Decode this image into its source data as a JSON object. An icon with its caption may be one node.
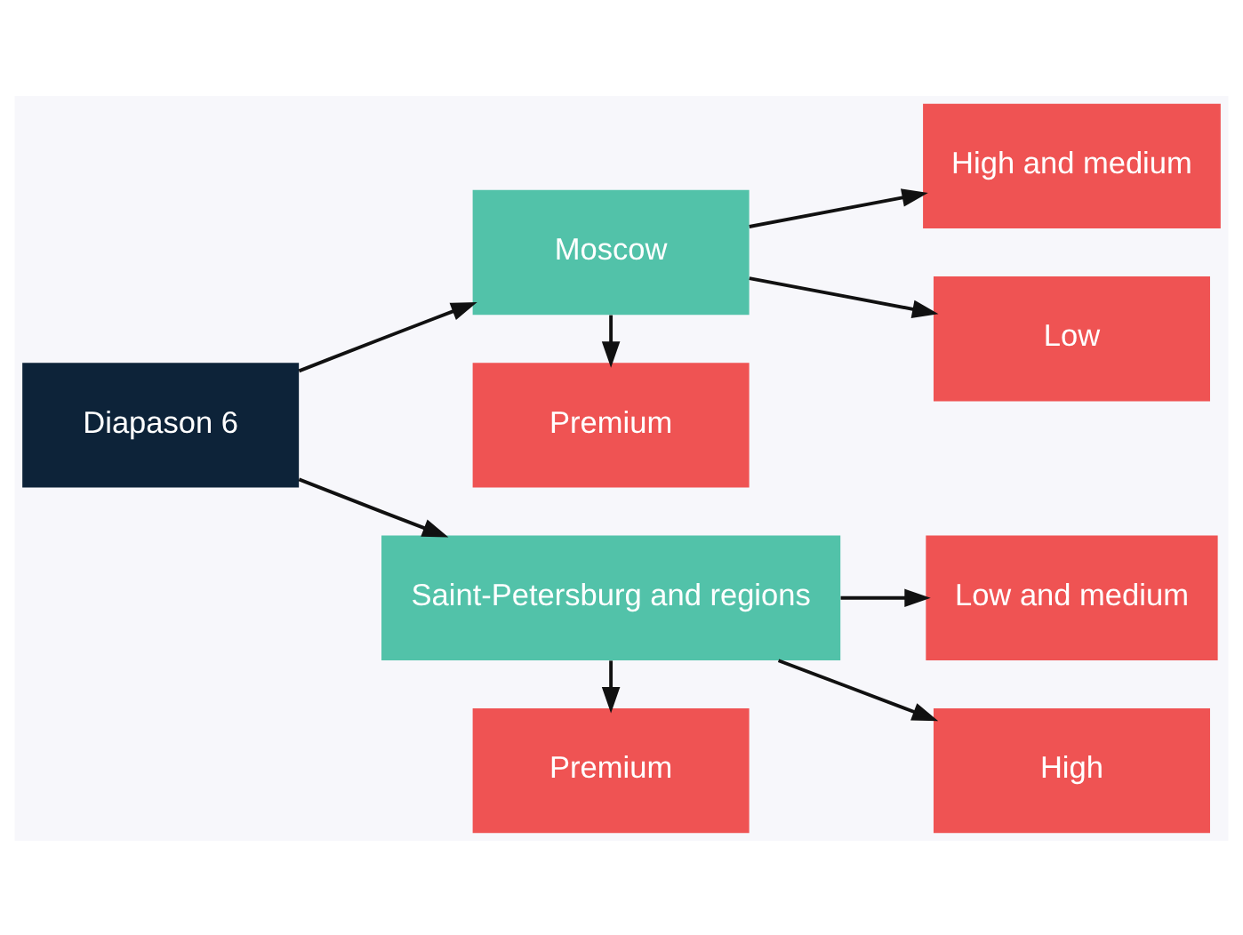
{
  "diagram": {
    "nodes": [
      {
        "text": [
          "Diapason 6"
        ]
      },
      {
        "text": [
          "Premium"
        ]
      },
      {
        "text": [
          "Moscow"
        ]
      },
      {
        "text": [
          "Saint-Petersburg and regions"
        ]
      },
      {
        "text": [
          "Premium"
        ]
      },
      {
        "text": [
          "High and medium"
        ]
      },
      {
        "text": [
          "Low"
        ]
      },
      {
        "text": [
          "Low and medium"
        ]
      },
      {
        "text": [
          "High"
        ]
      }
    ],
    "edges": [
      {
        "from": 0,
        "to": 2,
        "arrow": "to"
      },
      {
        "from": 0,
        "to": 3,
        "arrow": "to"
      },
      {
        "from": 2,
        "to": 1,
        "arrow": "to"
      },
      {
        "from": 2,
        "to": 5,
        "arrow": "to"
      },
      {
        "from": 2,
        "to": 6,
        "arrow": "to"
      },
      {
        "from": 3,
        "to": 7,
        "arrow": "to"
      },
      {
        "from": 3,
        "to": 8,
        "arrow": "to"
      },
      {
        "from": 3,
        "to": 4,
        "arrow": "to"
      }
    ]
  }
}
